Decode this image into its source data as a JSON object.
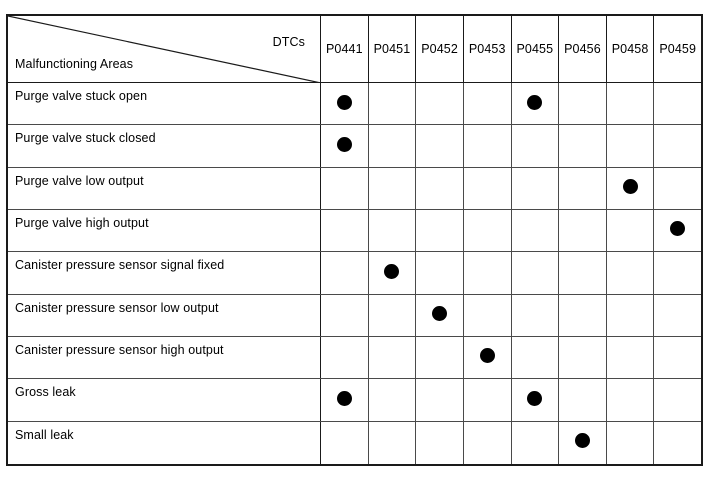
{
  "table": {
    "corner": {
      "top_label": "DTCs",
      "bottom_label": "Malfunctioning Areas"
    },
    "columns": [
      "P0441",
      "P0451",
      "P0452",
      "P0453",
      "P0455",
      "P0456",
      "P0458",
      "P0459"
    ],
    "rows": [
      {
        "label": "Purge valve stuck open",
        "marks": [
          1,
          0,
          0,
          0,
          1,
          0,
          0,
          0
        ]
      },
      {
        "label": "Purge valve stuck closed",
        "marks": [
          1,
          0,
          0,
          0,
          0,
          0,
          0,
          0
        ]
      },
      {
        "label": "Purge valve low output",
        "marks": [
          0,
          0,
          0,
          0,
          0,
          0,
          1,
          0
        ]
      },
      {
        "label": "Purge valve high output",
        "marks": [
          0,
          0,
          0,
          0,
          0,
          0,
          0,
          1
        ]
      },
      {
        "label": "Canister pressure sensor signal fixed",
        "marks": [
          0,
          1,
          0,
          0,
          0,
          0,
          0,
          0
        ]
      },
      {
        "label": "Canister pressure sensor low output",
        "marks": [
          0,
          0,
          1,
          0,
          0,
          0,
          0,
          0
        ]
      },
      {
        "label": "Canister pressure sensor high output",
        "marks": [
          0,
          0,
          0,
          1,
          0,
          0,
          0,
          0
        ]
      },
      {
        "label": "Gross leak",
        "marks": [
          1,
          0,
          0,
          0,
          1,
          0,
          0,
          0
        ]
      },
      {
        "label": "Small leak",
        "marks": [
          0,
          0,
          0,
          0,
          0,
          1,
          0,
          0
        ]
      }
    ]
  },
  "style": {
    "border_color": "#1a1a1a",
    "grid_color": "#4a4a4a",
    "dot_color": "#000000",
    "background": "#ffffff"
  }
}
